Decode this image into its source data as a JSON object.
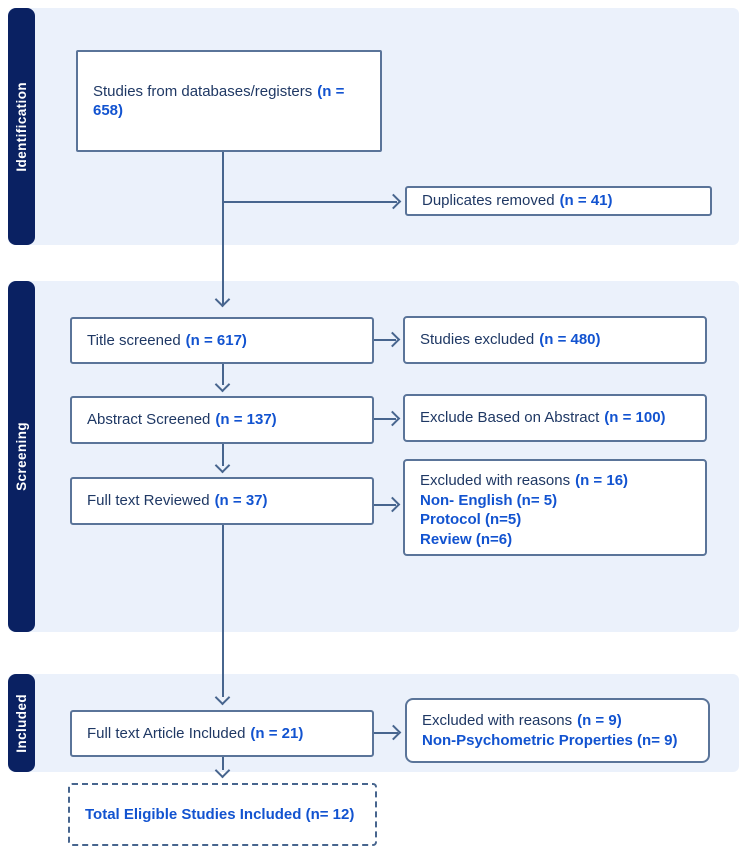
{
  "colors": {
    "sidebar": "#0a2162",
    "band": "#ebf1fb",
    "border": "#5a7499",
    "arrow": "#47658e",
    "dark_text": "#1f3864",
    "blue_text": "#1253d0"
  },
  "stages": [
    {
      "label": "Identification"
    },
    {
      "label": "Screening"
    },
    {
      "label": "Included"
    }
  ],
  "boxes": {
    "studies_db": {
      "label": "Studies from databases/registers",
      "n": "(n = 658)"
    },
    "duplicates_removed": {
      "label": "Duplicates removed",
      "n": "(n = 41)"
    },
    "title_screened": {
      "label": "Title screened",
      "n": "(n = 617)"
    },
    "studies_excluded": {
      "label": "Studies excluded",
      "n": "(n = 480)"
    },
    "abstract_screened": {
      "label": "Abstract Screened",
      "n": "(n = 137)"
    },
    "exclude_based_on_abstract": {
      "label": "Exclude Based on Abstract",
      "n": "(n = 100)"
    },
    "full_text_reviewed": {
      "label": "Full text Reviewed",
      "n": "(n = 37)"
    },
    "excluded_with_reasons_screening": {
      "label": "Excluded with reasons",
      "n": "(n = 16)",
      "reasons": [
        "Non- English (n= 5)",
        "Protocol (n=5)",
        "Review (n=6)"
      ]
    },
    "full_text_article_included": {
      "label": "Full text Article Included",
      "n": "(n = 21)"
    },
    "excluded_with_reasons_included": {
      "label": "Excluded with reasons",
      "n": "(n = 9)",
      "reasons": [
        "Non-Psychometric Properties (n= 9)"
      ]
    },
    "total_eligible": {
      "label": "Total Eligible Studies Included (n= 12)"
    }
  }
}
